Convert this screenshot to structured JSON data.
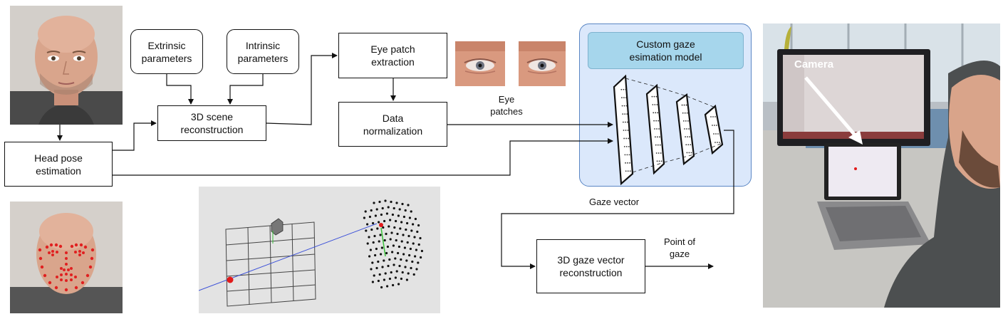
{
  "boxes": {
    "head_pose": "Head pose\nestimation",
    "extrinsic": "Extrinsic\nparameters",
    "intrinsic": "Intrinsic\nparameters",
    "scene3d": "3D scene\nreconstruction",
    "eye_patch": "Eye patch\nextraction",
    "data_norm": "Data\nnormalization",
    "model": "Custom gaze\nesimation model",
    "gaze3d": "3D gaze vector\nreconstruction"
  },
  "labels": {
    "eye_patches": "Eye\npatches",
    "gaze_vector": "Gaze vector",
    "point_of_gaze": "Point of\ngaze",
    "camera": "Camera"
  },
  "colors": {
    "model_panel": "#dbe8fb",
    "model_panel_border": "#5a86c4",
    "model_title": "#a6d6ec",
    "landmark": "#e02020",
    "ray": "#3a4fd8"
  },
  "images": [
    "face-photo-frontal",
    "face-photo-landmarks",
    "3d-gaze-scene-render",
    "eye-patch-left",
    "eye-patch-right",
    "experiment-setup-photo"
  ]
}
